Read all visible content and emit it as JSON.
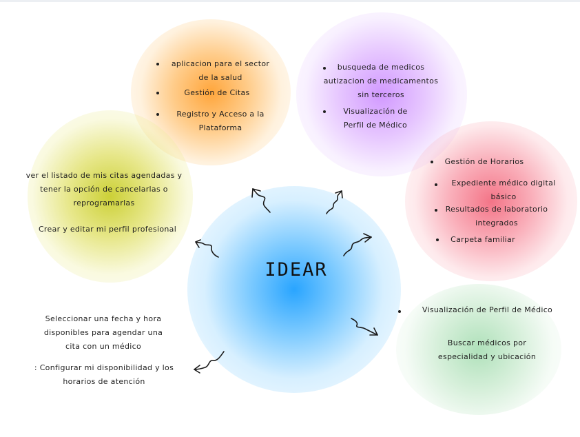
{
  "center": {
    "title": "IDEAR",
    "color": "#2ea8ff"
  },
  "clusters": {
    "orange": {
      "color": "#ff9a1f",
      "items": [
        "aplicacion para el sector de la salud",
        "Gestión de Citas",
        "Registro y Acceso a la Plataforma"
      ]
    },
    "purple": {
      "color": "#c77dff",
      "items": [
        "busqueda de medicos autizacion de medicamentos sin terceros",
        "Visualización de Perfil de Médico"
      ]
    },
    "yellow": {
      "color": "#c9cc22",
      "items": [
        "ver el listado de mis citas agendadas y tener la opción de cancelarlas o reprogramarlas",
        "Crear y editar mi perfil profesional"
      ]
    },
    "red": {
      "color": "#f05a6e",
      "items": [
        "Gestión de Horarios",
        "Expediente médico digital básico",
        "Resultados de laboratorio integrados",
        "Carpeta familiar"
      ]
    },
    "green": {
      "color": "#7fd08f",
      "items": [
        "Visualización de Perfil de Médico",
        "Buscar médicos por especialidad y ubicación"
      ]
    },
    "bottom_left": {
      "items": [
        "Seleccionar una fecha y hora disponibles para agendar una cita con un médico",
        ": Configurar mi disponibilidad y los horarios de atención"
      ]
    }
  }
}
